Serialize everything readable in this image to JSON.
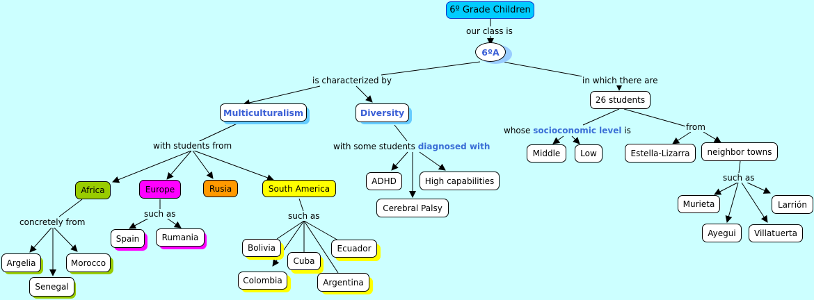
{
  "title": "6º Grade Children",
  "colors": {
    "background": "#ccffff",
    "root": "#00ccff",
    "highlight_text": "#3b5fd6",
    "africa": "#99cc00",
    "europe": "#ff00ff",
    "rusia": "#ff9900",
    "south_america": "#ffff00",
    "blue_shadow": "#66ccff"
  },
  "nodes": {
    "root": "6º Grade Children",
    "class": "6ºA",
    "multiculturalism": "Multiculturalism",
    "diversity": "Diversity",
    "students": "26 students",
    "africa": "Africa",
    "europe": "Europe",
    "rusia": "Rusia",
    "south_america": "South America",
    "argelia": "Argelia",
    "senegal": "Senegal",
    "morocco": "Morocco",
    "spain": "Spain",
    "rumania": "Rumania",
    "bolivia": "Bolivia",
    "colombia": "Colombia",
    "cuba": "Cuba",
    "argentina": "Argentina",
    "ecuador": "Ecuador",
    "adhd": "ADHD",
    "cerebral_palsy": "Cerebral Palsy",
    "high_capabilities": "High capabilities",
    "middle": "Middle",
    "low": "Low",
    "estella": "Estella-Lizarra",
    "neighbor_towns": "neighbor towns",
    "murieta": "Murieta",
    "ayegui": "Ayegui",
    "villatuerta": "Villatuerta",
    "larrion": "Larrión"
  },
  "links": {
    "our_class_is": "our class is",
    "characterized_by": "is characterized by",
    "in_which": "in which there are",
    "students_from": "with students from",
    "diagnosed_prefix": "with some students",
    "diagnosed_highlight": "diagnosed with",
    "whose": "whose",
    "socio_highlight": "socioconomic level",
    "is": "is",
    "from": "from",
    "concretely_from": "concretely from",
    "such_as_europe": "such as",
    "such_as_sa": "such as",
    "such_as_towns": "such as"
  }
}
